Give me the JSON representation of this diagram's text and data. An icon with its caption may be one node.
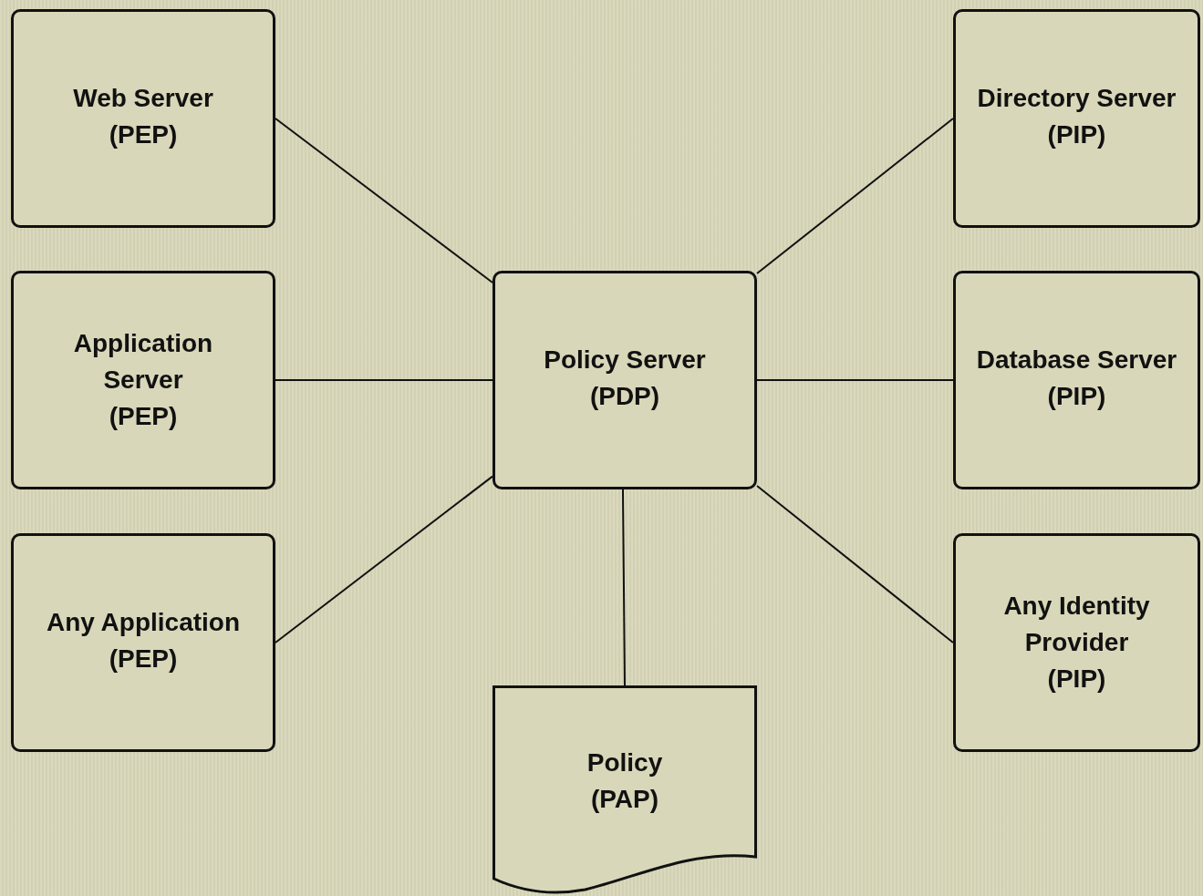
{
  "diagram": {
    "nodes": [
      {
        "text": [
          "Web Server",
          "(PEP)"
        ]
      },
      {
        "text": [
          "Directory Server",
          "(PIP)"
        ]
      },
      {
        "text": [
          "Application Server",
          "(PEP)"
        ]
      },
      {
        "text": [
          "Policy Server",
          "(PDP)"
        ]
      },
      {
        "text": [
          "Database Server",
          "(PIP)"
        ]
      },
      {
        "text": [
          "Any Application",
          "(PEP)"
        ]
      },
      {
        "text": [
          "Any Identity Provider",
          "(PIP)"
        ]
      },
      {
        "text": [
          "Policy",
          "(PAP)"
        ]
      }
    ],
    "edges": [
      {
        "from": 3,
        "to": 0,
        "arrow": "none"
      },
      {
        "from": 3,
        "to": 1,
        "arrow": "none"
      },
      {
        "from": 3,
        "to": 2,
        "arrow": "none"
      },
      {
        "from": 3,
        "to": 4,
        "arrow": "none"
      },
      {
        "from": 3,
        "to": 5,
        "arrow": "none"
      },
      {
        "from": 3,
        "to": 6,
        "arrow": "none"
      },
      {
        "from": 3,
        "to": 7,
        "arrow": "none"
      }
    ]
  }
}
